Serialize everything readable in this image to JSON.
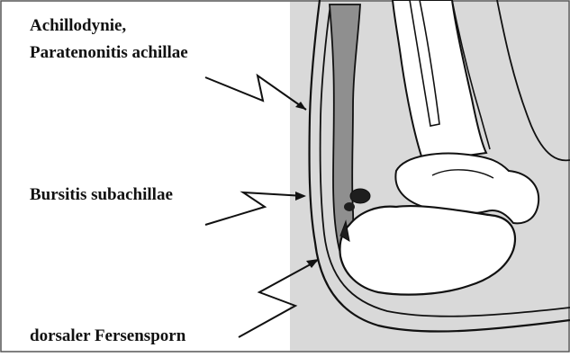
{
  "labels": {
    "achillodynie_line1": "Achillodynie,",
    "achillodynie_line2": "Paratenonitis achillae",
    "bursitis": "Bursitis subachillae",
    "fersensporn": "dorsaler Fersensporn"
  },
  "colors": {
    "background_panel": "#d9d9d9",
    "left_panel": "#ffffff",
    "bone_fill": "#ffffff",
    "tendon_fill": "#8f8f8f",
    "bursa_fill": "#1e1e1e",
    "outline": "#111111"
  }
}
